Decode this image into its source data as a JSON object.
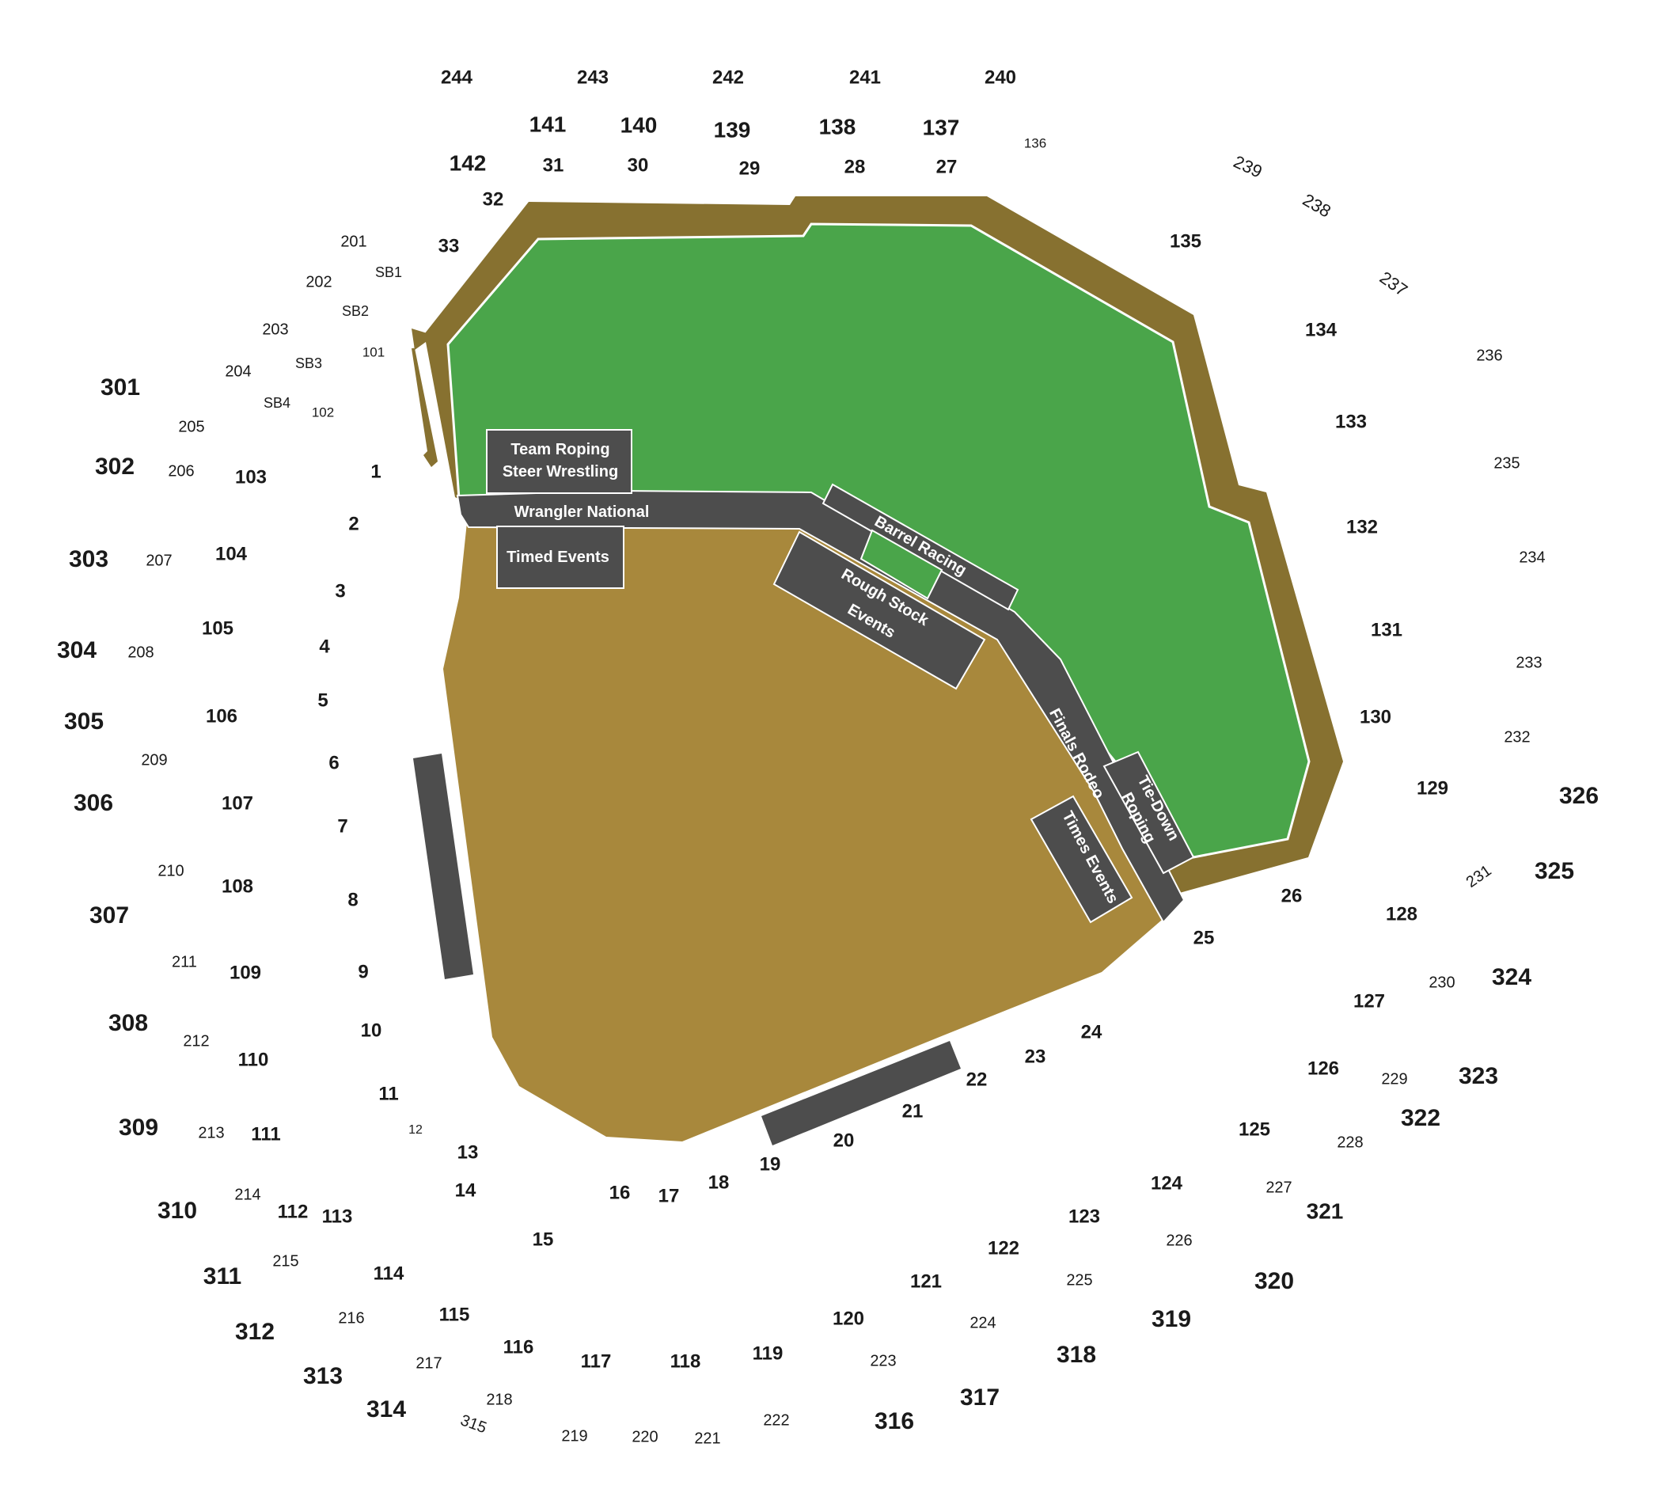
{
  "colors": {
    "field": "#4aa54a",
    "dirt": "#a8883c",
    "rim": "#877130",
    "zone": "#4d4d4d",
    "outline": "#ffffff"
  },
  "zones": {
    "team_roping": [
      "Team Roping",
      "Steer Wrestling"
    ],
    "wrangler": "Wrangler National",
    "timed_events": "Timed Events",
    "barrel_racing": "Barrel Racing",
    "rough_stock": [
      "Rough Stock",
      "Events"
    ],
    "finals_rodeo": "Finals Rodeo",
    "tie_down": [
      "Tie-Down",
      "Roping"
    ],
    "times_events": "Times Events"
  },
  "sections": {
    "s1": [
      "1",
      "2",
      "3",
      "4",
      "5",
      "6",
      "7",
      "8",
      "9",
      "10",
      "11",
      "12",
      "13",
      "14",
      "15",
      "16",
      "17",
      "18",
      "19",
      "20",
      "21",
      "22",
      "23",
      "24",
      "25",
      "26",
      "27",
      "28",
      "29",
      "30",
      "31",
      "32",
      "33"
    ],
    "s100": [
      "101",
      "102",
      "103",
      "104",
      "105",
      "106",
      "107",
      "108",
      "109",
      "110",
      "111",
      "112",
      "113",
      "114",
      "115",
      "116",
      "117",
      "118",
      "119",
      "120",
      "121",
      "122",
      "123",
      "124",
      "125",
      "126",
      "127",
      "128",
      "129",
      "130",
      "131",
      "132",
      "133",
      "134",
      "135",
      "136",
      "137",
      "138",
      "139",
      "140",
      "141",
      "142"
    ],
    "s200": [
      "201",
      "202",
      "203",
      "204",
      "205",
      "206",
      "207",
      "208",
      "209",
      "210",
      "211",
      "212",
      "213",
      "214",
      "215",
      "216",
      "217",
      "218",
      "219",
      "220",
      "221",
      "222",
      "223",
      "224",
      "225",
      "226",
      "227",
      "228",
      "229",
      "230",
      "231",
      "232",
      "233",
      "234",
      "235",
      "236",
      "237",
      "238",
      "239",
      "240",
      "241",
      "242",
      "243",
      "244"
    ],
    "s300": [
      "301",
      "302",
      "303",
      "304",
      "305",
      "306",
      "307",
      "308",
      "309",
      "310",
      "311",
      "312",
      "313",
      "314",
      "315",
      "316",
      "317",
      "318",
      "319",
      "320",
      "321",
      "322",
      "323",
      "324",
      "325",
      "326"
    ],
    "sb": [
      "SB1",
      "SB2",
      "SB3",
      "SB4"
    ]
  }
}
